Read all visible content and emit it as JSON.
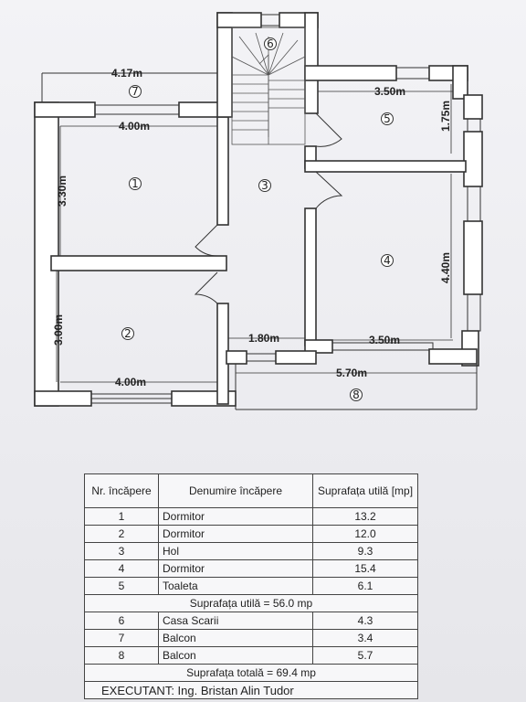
{
  "plan": {
    "dimensions": {
      "balcony_top_width": "4.17m",
      "bedroom1_width": "4.00m",
      "bedroom1_height": "3.30m",
      "bedroom2_height": "3.00m",
      "bedroom2_width": "4.00m",
      "toilet_width": "3.50m",
      "toilet_height": "1.75m",
      "bedroom4_height": "4.40m",
      "hall_bottom_width": "1.80m",
      "bedroom4_width": "3.50m",
      "balcony_bottom_width": "5.70m"
    },
    "room_numbers": {
      "r1": "1",
      "r2": "2",
      "r3": "3",
      "r4": "4",
      "r5": "5",
      "r6": "6",
      "r7": "7",
      "r8": "8"
    }
  },
  "table": {
    "headers": {
      "nr": "Nr. încăpere",
      "name": "Denumire încăpere",
      "area": "Suprafața utilă [mp]"
    },
    "rooms": [
      {
        "nr": "1",
        "name": "Dormitor",
        "area": "13.2"
      },
      {
        "nr": "2",
        "name": "Dormitor",
        "area": "12.0"
      },
      {
        "nr": "3",
        "name": "Hol",
        "area": "9.3"
      },
      {
        "nr": "4",
        "name": "Dormitor",
        "area": "15.4"
      },
      {
        "nr": "5",
        "name": "Toaleta",
        "area": "6.1"
      }
    ],
    "useful_total": "Suprafața utilă = 56.0 mp",
    "extra_rooms": [
      {
        "nr": "6",
        "name": "Casa Scarii",
        "area": "4.3"
      },
      {
        "nr": "7",
        "name": "Balcon",
        "area": "3.4"
      },
      {
        "nr": "8",
        "name": "Balcon",
        "area": "5.7"
      }
    ],
    "total": "Suprafața totală = 69.4 mp",
    "executant": "EXECUTANT: Ing. Bristan Alin Tudor"
  }
}
